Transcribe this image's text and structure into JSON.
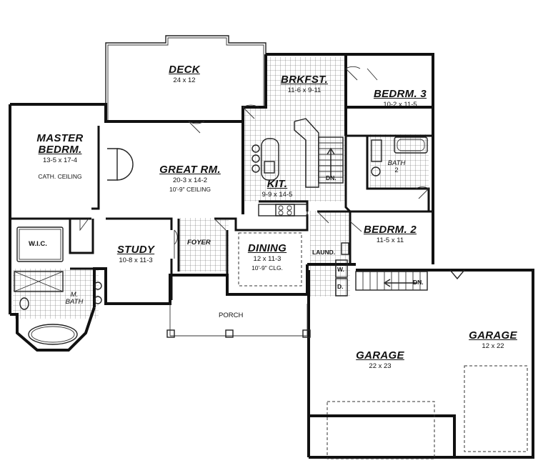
{
  "rooms": {
    "deck": {
      "name": "DECK",
      "dim": "24 x 12"
    },
    "brkfst": {
      "name": "BRKFST.",
      "dim": "11-6 x 9-11"
    },
    "bedrm3": {
      "name": "BEDRM. 3",
      "dim": "10-2 x 11-5"
    },
    "master": {
      "name_line1": "MASTER",
      "name_line2": "BEDRM.",
      "dim": "13-5 x 17-4",
      "note": "CATH. CEILING"
    },
    "great": {
      "name": "GREAT RM.",
      "dim": "20-3 x 14-2",
      "note": "10'-9\" CEILING"
    },
    "kit": {
      "name": "KIT.",
      "dim": "9-9 x 14-5"
    },
    "bath2": {
      "name": "BATH",
      "num": "2"
    },
    "bedrm2": {
      "name": "BEDRM. 2",
      "dim": "11-5 x 11"
    },
    "wic": {
      "name": "W.I.C."
    },
    "study": {
      "name": "STUDY",
      "dim": "10-8 x 11-3"
    },
    "foyer": {
      "name": "FOYER"
    },
    "dining": {
      "name": "DINING",
      "dim": "12 x 11-3",
      "note": "10'-9\" CLG."
    },
    "laund": {
      "name": "LAUND."
    },
    "mbath": {
      "name_line1": "M.",
      "name_line2": "BATH"
    },
    "porch": {
      "name": "PORCH"
    },
    "garage1": {
      "name": "GARAGE",
      "dim": "22 x 23"
    },
    "garage2": {
      "name": "GARAGE",
      "dim": "12 x 22"
    }
  },
  "marks": {
    "dn_stair": "DN.",
    "dn_garage": "DN.",
    "washer": "W.",
    "dryer": "D."
  }
}
